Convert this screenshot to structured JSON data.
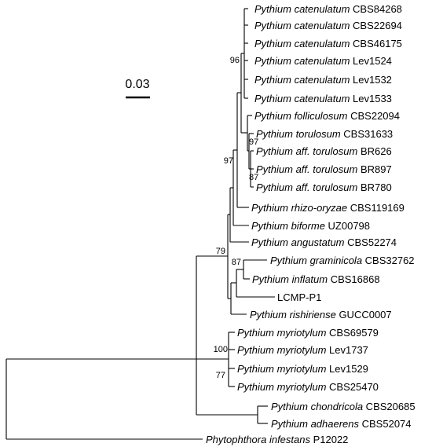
{
  "scale_bar": {
    "label": "0.03"
  },
  "taxa": [
    {
      "genus": "Pythium catenulatum",
      "strain": "CBS84268"
    },
    {
      "genus": "Pythium catenulatum",
      "strain": "CBS22694"
    },
    {
      "genus": "Pythium catenulatum",
      "strain": "CBS46175"
    },
    {
      "genus": "Pythium catenulatum",
      "strain": "Lev1524"
    },
    {
      "genus": "Pythium catenulatum",
      "strain": "Lev1532"
    },
    {
      "genus": "Pythium catenulatum",
      "strain": "Lev1533"
    },
    {
      "genus": "Pythium folliculosum",
      "strain": "CBS22094"
    },
    {
      "genus": "Pythium torulosum",
      "strain": "CBS31633"
    },
    {
      "genus": "Pythium aff. torulosum",
      "strain": "BR626"
    },
    {
      "genus": "Pythium aff. torulosum",
      "strain": "BR897"
    },
    {
      "genus": "Pythium aff. torulosum",
      "strain": "BR780"
    },
    {
      "genus": "Pythium rhizo-oryzae",
      "strain": "CBS119169"
    },
    {
      "genus": "Pythium biforme",
      "strain": "UZ00798"
    },
    {
      "genus": "Pythium angustatum",
      "strain": "CBS52274"
    },
    {
      "genus": "Pythium graminicola",
      "strain": "CBS32762"
    },
    {
      "genus": "Pythium inflatum",
      "strain": "CBS16868"
    },
    {
      "genus": "",
      "strain": "LCMP-P1"
    },
    {
      "genus": "Pythium rishiriense",
      "strain": "GUCC0007"
    },
    {
      "genus": "Pythium myriotylum",
      "strain": "CBS69579"
    },
    {
      "genus": "Pythium myriotylum",
      "strain": "Lev1737"
    },
    {
      "genus": "Pythium myriotylum",
      "strain": "Lev1529"
    },
    {
      "genus": "Pythium myriotylum",
      "strain": "CBS25470"
    },
    {
      "genus": "Pythium chondricola",
      "strain": "CBS20685"
    },
    {
      "genus": "Pythium adhaerens",
      "strain": "CBS52074"
    },
    {
      "genus": "Phytophthora infestans",
      "strain": "P12022"
    }
  ],
  "bootstrap": [
    "96",
    "97",
    "97",
    "87",
    "79",
    "87",
    "100",
    "77"
  ]
}
